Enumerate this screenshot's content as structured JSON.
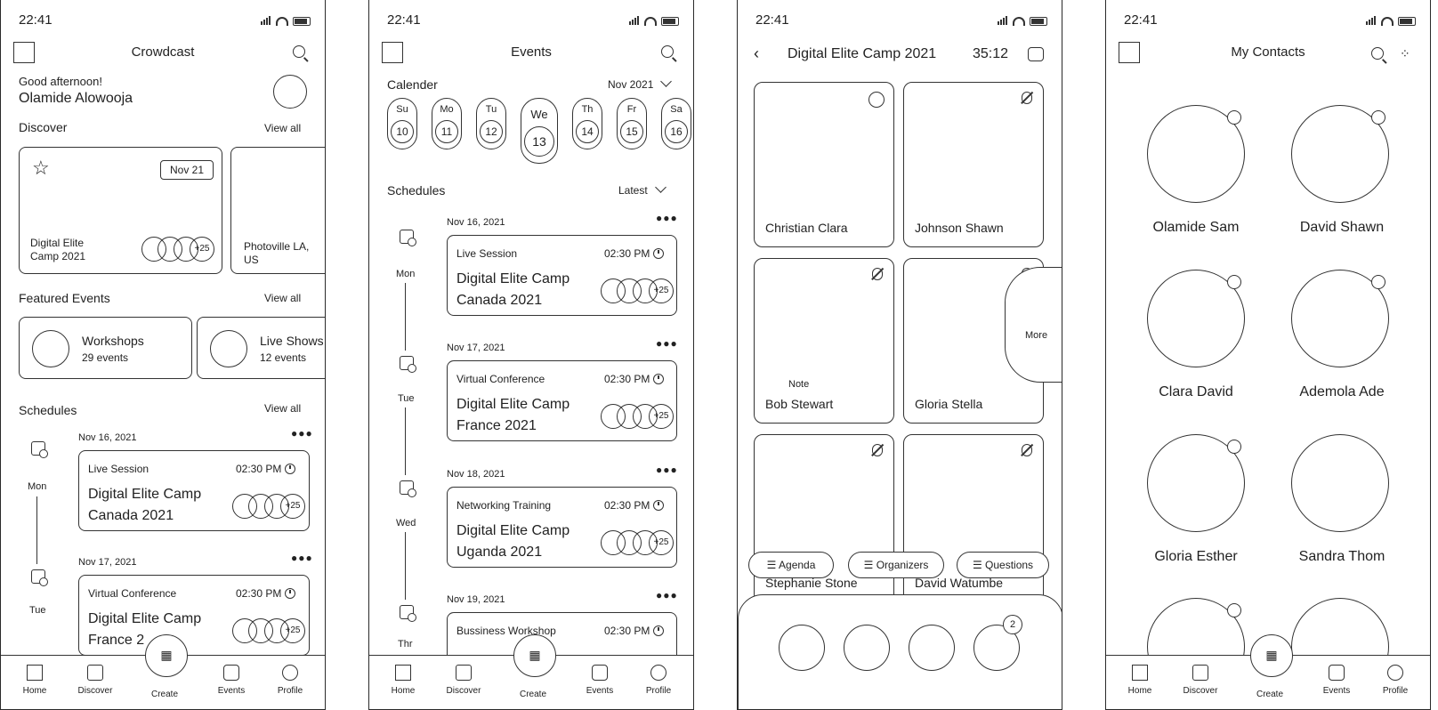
{
  "status": {
    "time": "22:41"
  },
  "screen1": {
    "title": "Crowdcast",
    "greeting": "Good afternoon!",
    "user_name": "Olamide Alowooja",
    "discover": {
      "heading": "Discover",
      "view_all": "View all",
      "cards": [
        {
          "date": "Nov 21",
          "title_line1": "Digital Elite",
          "title_line2": "Camp 2021",
          "count": "+25"
        },
        {
          "title_line1": "Photoville LA,",
          "title_line2": "US"
        }
      ]
    },
    "featured": {
      "heading": "Featured Events",
      "view_all": "View all",
      "items": [
        {
          "label": "Workshops",
          "sub": "29 events"
        },
        {
          "label": "Live Shows",
          "sub": "12 events"
        }
      ]
    },
    "schedules": {
      "heading": "Schedules",
      "view_all": "View all",
      "days": [
        "Mon",
        "Tue"
      ],
      "items": [
        {
          "date": "Nov 16, 2021",
          "type": "Live Session",
          "time": "02:30 PM",
          "title_line1": "Digital Elite Camp",
          "title_line2": "Canada 2021",
          "count": "+25"
        },
        {
          "date": "Nov 17, 2021",
          "type": "Virtual Conference",
          "time": "02:30 PM",
          "title_line1": "Digital Elite Camp",
          "title_line2": "France 2",
          "count": "+25"
        }
      ]
    }
  },
  "screen2": {
    "title": "Events",
    "calendar_label": "Calender",
    "month": "Nov 2021",
    "days": [
      {
        "d": "Su",
        "n": "10"
      },
      {
        "d": "Mo",
        "n": "11"
      },
      {
        "d": "Tu",
        "n": "12"
      },
      {
        "d": "We",
        "n": "13"
      },
      {
        "d": "Th",
        "n": "14"
      },
      {
        "d": "Fr",
        "n": "15"
      },
      {
        "d": "Sa",
        "n": "16"
      }
    ],
    "schedules_label": "Schedules",
    "sort": "Latest",
    "weekdays": [
      "Mon",
      "Tue",
      "Wed",
      "Thr"
    ],
    "items": [
      {
        "date": "Nov 16, 2021",
        "type": "Live Session",
        "time": "02:30 PM",
        "title_line1": "Digital Elite Camp",
        "title_line2": "Canada 2021",
        "count": "+25"
      },
      {
        "date": "Nov 17, 2021",
        "type": "Virtual Conference",
        "time": "02:30 PM",
        "title_line1": "Digital Elite Camp",
        "title_line2": "France 2021",
        "count": "+25"
      },
      {
        "date": "Nov 18, 2021",
        "type": "Networking Training",
        "time": "02:30 PM",
        "title_line1": "Digital Elite Camp",
        "title_line2": "Uganda 2021",
        "count": "+25"
      },
      {
        "date": "Nov 19, 2021",
        "type": "Bussiness Workshop",
        "time": "02:30 PM"
      }
    ]
  },
  "screen3": {
    "title": "Digital Elite Camp 2021",
    "timer": "35:12",
    "participants": [
      "Christian Clara",
      "Johnson Shawn",
      "Bob Stewart",
      "Gloria Stella",
      "Stephanie Stone",
      "David Watumbe"
    ],
    "note_label": "Note",
    "more_label": "More",
    "chips": [
      "Agenda",
      "Organizers",
      "Questions"
    ],
    "chat_badge": "2"
  },
  "screen4": {
    "title": "My Contacts",
    "contacts": [
      "Olamide Sam",
      "David Shawn",
      "Clara David",
      "Ademola Ade",
      "Gloria Esther",
      "Sandra Thom"
    ]
  },
  "nav": {
    "home": "Home",
    "discover": "Discover",
    "create": "Create",
    "events": "Events",
    "profile": "Profile"
  }
}
